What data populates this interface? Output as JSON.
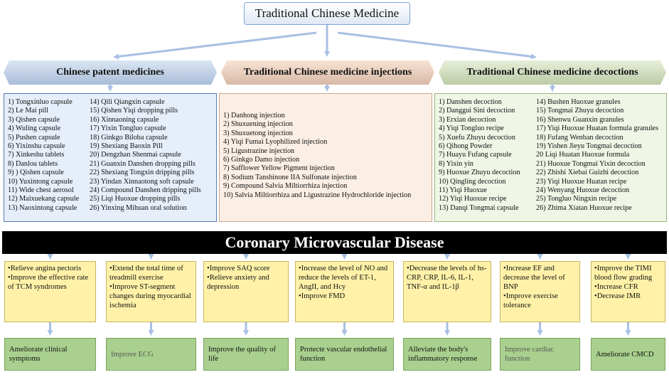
{
  "title": "Traditional Chinese Medicine",
  "categories": {
    "patent": "Chinese patent medicines",
    "injections": "Traditional Chinese medicine injections",
    "decoctions": "Traditional Chinese medicine decoctions"
  },
  "patent_col1": [
    "1) Tongxinluo capsule",
    "2) Le Mai pill",
    "3) Qishen capsule",
    "4) Wuling capsule",
    "5) Pushen capsule",
    "6) Yixinshu capsule",
    "7) Xinkeshu tablets",
    "8) Danlou tablets",
    "9) ) Qishen capsule",
    "10) Yuxintong capsule",
    "11) Wide chest aerosol",
    "12) Maixuekang capsule",
    "13) Naoxintong capsule"
  ],
  "patent_col2": [
    "14) Qili Qiangxin capsule",
    "15) Qishen Yiqi dropping pills",
    "16) Xinnaoning capsule",
    "17) Yixin Tongluo capsule",
    "18) Ginkgo Biloba capsule",
    "19) Shexiang Baoxin Pill",
    "20) Dengzhan Shenmai capsule",
    "21) Guanxin Danshen dropping pills",
    "22) Shexiang Tongxin dripping pills",
    "23) Yindan Xinnaotong soft capsule",
    "24) Compound Danshen dripping pills",
    "25) Liqi Huoxue dropping pills",
    "26) Yinxing Mihuan oral solution"
  ],
  "injections": [
    "1) Danhong injection",
    "2) Shuxuening injection",
    "3) Shuxuetong injection",
    "4) Yiqi Fumai Lyophilized  injection",
    "5) Ligustrazine injection",
    "6) Ginkgo Damo injection",
    "7) Safflower Yellow Pigment injection",
    "8) Sodium Tanshinone IIA Sulfonate injection",
    "9) Compound Salvia Miltiorrhiza  injection",
    "10) Salvia Miltiorrhiza  and Ligustrazine Hydrochloride injection"
  ],
  "decoction_col1": [
    "1) Danshen decoction",
    "2) Danggui Sini decoction",
    "3) Erxian decoction",
    "4) Yiqi Tongluo recipe",
    "5) Xuefu Zhuyu decoction",
    "6) Qihong Powder",
    "7) Huayu Fufang capsule",
    "8) Yixin yin",
    "9) Huoxue Zhuyu decoction",
    "10) Qingling  decoction",
    "11) Yiqi Huoxue",
    "12) Yiqi Huoxue recipe",
    "13) Danqi Tongmai capsule"
  ],
  "decoction_col2": [
    "14) Bushen Huoxue granules",
    "15) Tongmai Zhuyu decoction",
    "16) Shenwu Guanxin granules",
    "17) Yiqi Huoxue Huatan formula granules",
    "18) Fufang Wenban decoction",
    "19) Yishen Jieyu Tongmai decoction",
    "20 Liqi Huatan Huoxue formula",
    "21) Huoxue Tongmai Yixin decoction",
    "22) Zhishi Xiebai Guizhi decoction",
    "23) Yiqi Huoxue Huatan recipe",
    "24) Wenyang Huoxue decoction",
    "25) Tongluo Ningxin recipe",
    "26) Zhima Xiatan Huoxue recipe"
  ],
  "disease": "Coronary Microvascular Disease",
  "mechanisms": [
    [
      "•Relieve angina pectoris",
      "•Improve the effective rate of TCM syndromes"
    ],
    [
      "•Extend the total time of treadmill exercise",
      "•Improve ST-segment changes during myocardial ischemia"
    ],
    [
      "•Improve SAQ score",
      "•Relieve anxiety and depression"
    ],
    [
      "•Increase the level of NO and reduce the levels of ET-1, AngII, and Hcy",
      "•Improve FMD"
    ],
    [
      "•Decrease the levels of hs-CRP, CRP, IL-6, IL-1, TNF-α and IL-1β"
    ],
    [
      "•Increase EF and decrease the level of BNP",
      "•Improve exercise tolerance"
    ],
    [
      "•Improve the TIMI blood flow grading",
      "•Increase CFR",
      "•Decrease IMR"
    ]
  ],
  "outcomes": [
    "Ameliorate clinical symptoms",
    "Improve ECG",
    "Improve the quality of life",
    "Protecte vascular endothelial function",
    "Alleviate the body's inflammatory response",
    "Improve cardiac function",
    "Ameliorate CMCD"
  ],
  "colors": {
    "arrow": "#a8c0e3",
    "mechanism_fill": "#fff2a8",
    "outcome_fill": "#a9d08e",
    "banner": "#000000"
  }
}
